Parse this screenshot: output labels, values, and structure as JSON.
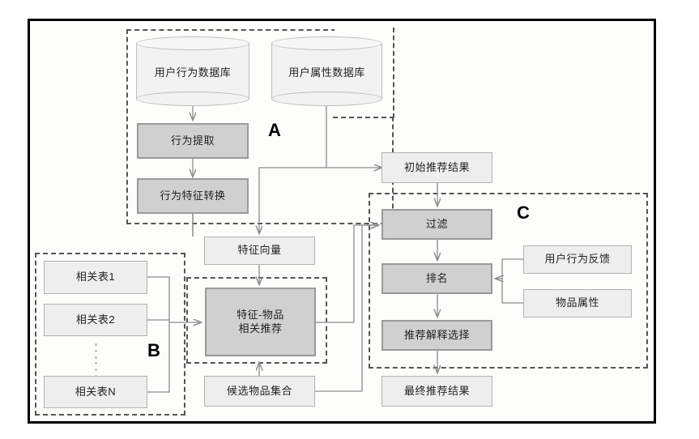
{
  "diagram": {
    "type": "flowchart",
    "title": "",
    "groups": [
      {
        "id": "A",
        "label": "A"
      },
      {
        "id": "B",
        "label": "B"
      },
      {
        "id": "C",
        "label": "C"
      }
    ],
    "nodes": {
      "user_behavior_db": "用户行为数据库",
      "user_attribute_db": "用户属性数据库",
      "behavior_extraction": "行为提取",
      "behavior_feature_transform": "行为特征转换",
      "feature_vector": "特征向量",
      "related_table_1": "相关表1",
      "related_table_2": "相关表2",
      "related_table_n": "相关表N",
      "feature_item_recommend_line1": "特征-物品",
      "feature_item_recommend_line2": "相关推荐",
      "candidate_item_set": "候选物品集合",
      "initial_recommend_result": "初始推荐结果",
      "filter": "过滤",
      "ranking": "排名",
      "recommend_explanation_select": "推荐解释选择",
      "final_recommend_result": "最终推荐结果",
      "user_behavior_feedback": "用户行为反馈",
      "item_attribute": "物品属性"
    },
    "colors": {
      "frame_border": "#000000",
      "light_node_fill": "#eeeeee",
      "light_node_border": "#b2b2b2",
      "dark_node_fill": "#d0d0d0",
      "dark_node_border": "#9a9a9a",
      "cylinder_fill": "#f2f2f2",
      "dashed_group_border": "#555555",
      "connector": "#8c8c8c",
      "background": "#ffffff"
    }
  }
}
